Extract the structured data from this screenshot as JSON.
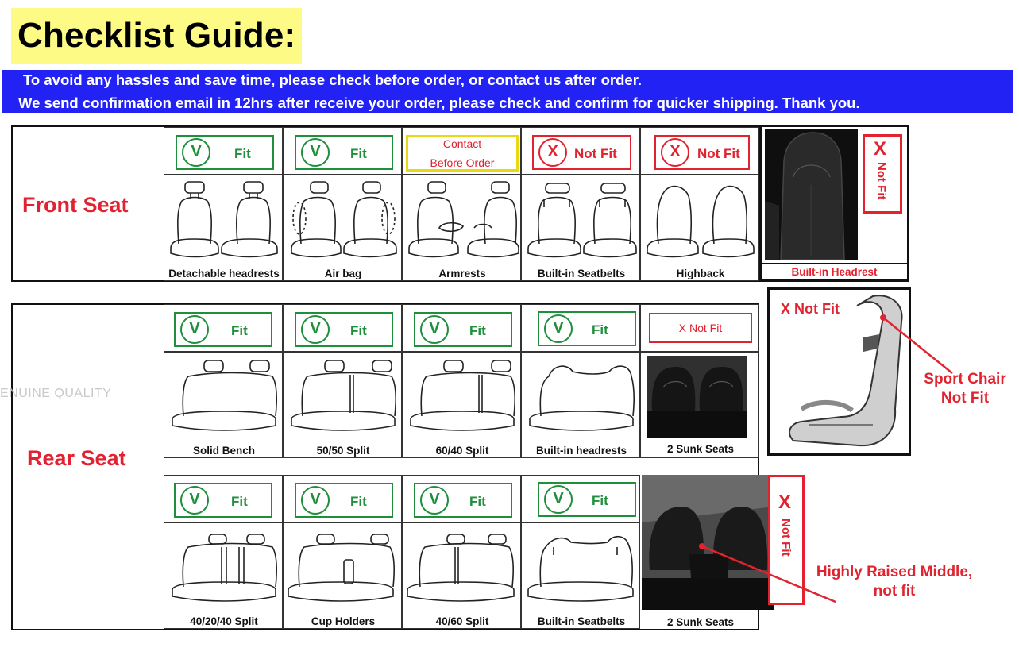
{
  "title": "Checklist Guide:",
  "banner": {
    "line1": "To avoid any hassles and save time, please check before order, or contact us after order.",
    "line2": "We send confirmation email in 12hrs after receive your order, please check and confirm for quicker shipping. Thank you."
  },
  "watermark": "ENUINE QUALITY",
  "front": {
    "label": "Front Seat",
    "cells": [
      {
        "status": "fit",
        "mark": "V",
        "badge": "Fit",
        "caption": "Detachable headrests"
      },
      {
        "status": "fit",
        "mark": "V",
        "badge": "Fit",
        "caption": "Air bag"
      },
      {
        "status": "contact",
        "badge_line1": "Contact",
        "badge_line2": "Before Order",
        "caption": "Armrests"
      },
      {
        "status": "notfit",
        "mark": "X",
        "badge": "Not Fit",
        "caption": "Built-in Seatbelts"
      },
      {
        "status": "notfit",
        "mark": "X",
        "badge": "Not Fit",
        "caption": "Highback"
      }
    ],
    "side": {
      "x_mark": "X",
      "not_fit": "Not Fit",
      "caption": "Built-in Headrest"
    }
  },
  "rear": {
    "label": "Rear Seat",
    "row1": [
      {
        "mark": "V",
        "badge": "Fit",
        "caption": "Solid Bench"
      },
      {
        "mark": "V",
        "badge": "Fit",
        "caption": "50/50 Split"
      },
      {
        "mark": "V",
        "badge": "Fit",
        "caption": "60/40 Split"
      },
      {
        "mark": "V",
        "badge": "Fit",
        "caption": "Built-in headrests"
      }
    ],
    "row1_extra": {
      "badge": "X Not Fit",
      "caption": "2 Sunk Seats"
    },
    "row2": [
      {
        "mark": "V",
        "badge": "Fit",
        "caption": "40/20/40 Split"
      },
      {
        "mark": "V",
        "badge": "Fit",
        "caption": "Cup Holders"
      },
      {
        "mark": "V",
        "badge": "Fit",
        "caption": "40/60 Split"
      },
      {
        "mark": "V",
        "badge": "Fit",
        "caption": "Built-in Seatbelts"
      }
    ],
    "row2_extra": {
      "caption": "2 Sunk Seats",
      "x_mark": "X",
      "not_fit": "Not Fit"
    }
  },
  "sport": {
    "label": "X Not Fit",
    "note_line1": "Sport Chair",
    "note_line2": "Not Fit"
  },
  "raised": {
    "line1": "Highly Raised Middle,",
    "line2": "not fit"
  },
  "colors": {
    "banner": "#2222f5",
    "title_bg": "#fdfb86",
    "fit_green": "#1f8f3c",
    "notfit_red": "#e0232f",
    "contact_yellow": "#e8d912"
  }
}
